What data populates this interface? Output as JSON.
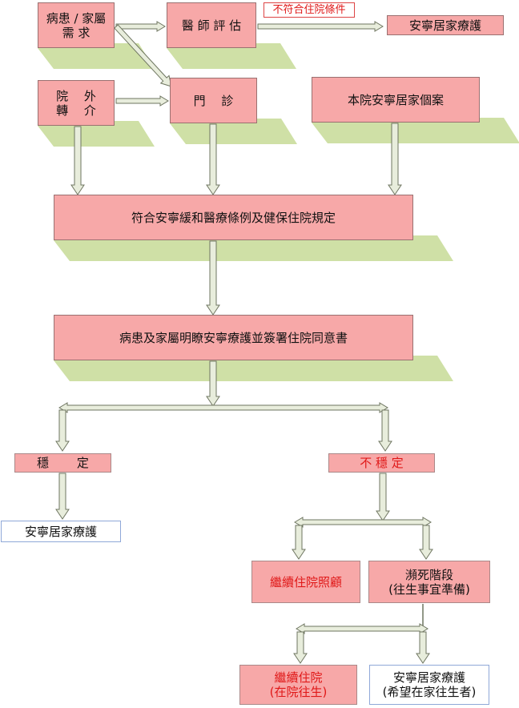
{
  "nodes": {
    "patient_family_need": "病患 / 家屬\n需 求",
    "doctor_assessment": "醫 師 評 估",
    "not_qualified_tag": "不符合住院條件",
    "home_hospice_top": "安寧居家療護",
    "external_referral": "院　 外\n轉　 介",
    "outpatient": "門　 診",
    "hospital_home_case": "本院安寧居家個案",
    "meets_regulations": "符合安寧緩和醫療條例及健保住院規定",
    "consent_signed": "病患及家屬明瞭安寧療護並簽署住院同意書",
    "stable": "穩　　 定",
    "unstable": "不 穩 定",
    "home_hospice_left": "安寧居家療護",
    "continue_care": "繼續住院照顧",
    "dying_stage": "瀕死階段\n(往生事宜準備)",
    "continue_inpatient": "繼續住院\n(在院往生)",
    "home_hospice_wish": "安寧居家療護\n(希望在家往生者)"
  },
  "colors": {
    "box_fill": "#f7a8a8",
    "shadow": "#cfe0a6",
    "arrow_fill": "#e8eddc",
    "arrow_stroke": "#6e7560",
    "red_text": "#e01818",
    "plain_border": "#8fa8d8"
  }
}
